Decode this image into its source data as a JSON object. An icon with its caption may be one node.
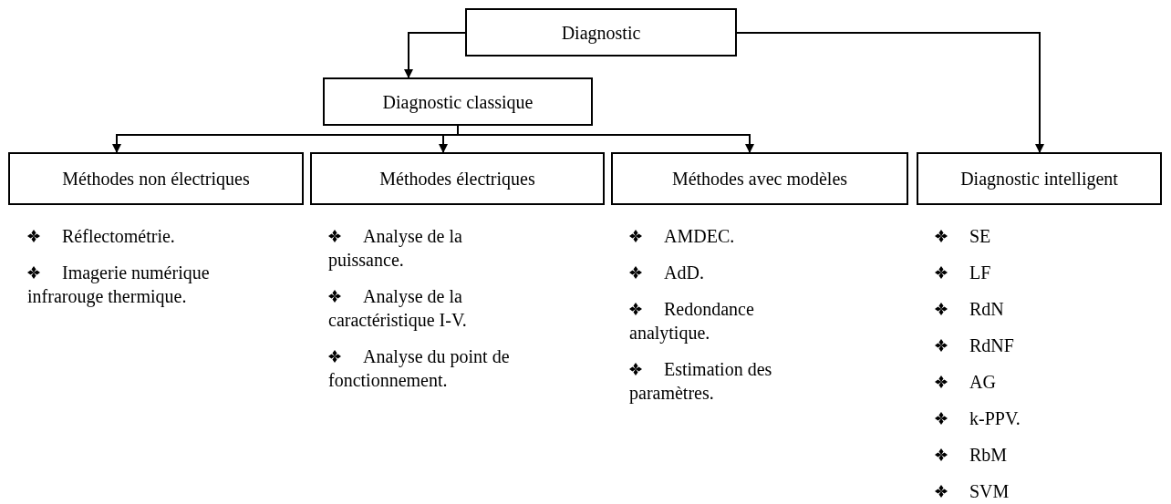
{
  "diagram": {
    "nodes": [
      {
        "text": [
          "Diagnostic"
        ]
      },
      {
        "text": [
          "Diagnostic classique"
        ]
      },
      {
        "text": [
          "Méthodes non électriques"
        ]
      },
      {
        "text": [
          "Méthodes électriques"
        ]
      },
      {
        "text": [
          "Méthodes avec modèles"
        ]
      },
      {
        "text": [
          "Diagnostic intelligent"
        ]
      }
    ],
    "edges": [
      {
        "from": 0,
        "to": 1,
        "arrow": "to"
      },
      {
        "from": 0,
        "to": 5,
        "arrow": "to"
      },
      {
        "from": 1,
        "to": 2,
        "arrow": "to"
      },
      {
        "from": 1,
        "to": 3,
        "arrow": "to"
      },
      {
        "from": 1,
        "to": 4,
        "arrow": "to"
      }
    ],
    "labels": [
      "Réflectométrie.",
      "Imagerie numérique infrarouge thermique.",
      "Analyse de la puissance.",
      "Analyse de la caractéristique I-V.",
      "Analyse du point de fonctionnement.",
      "AMDEC.",
      "AdD.",
      "Redondance analytique.",
      "Estimation des paramètres.",
      "SE",
      "LF",
      "RdN",
      "RdNF",
      "AG",
      "k-PPV.",
      "RbM",
      "SVM"
    ]
  }
}
